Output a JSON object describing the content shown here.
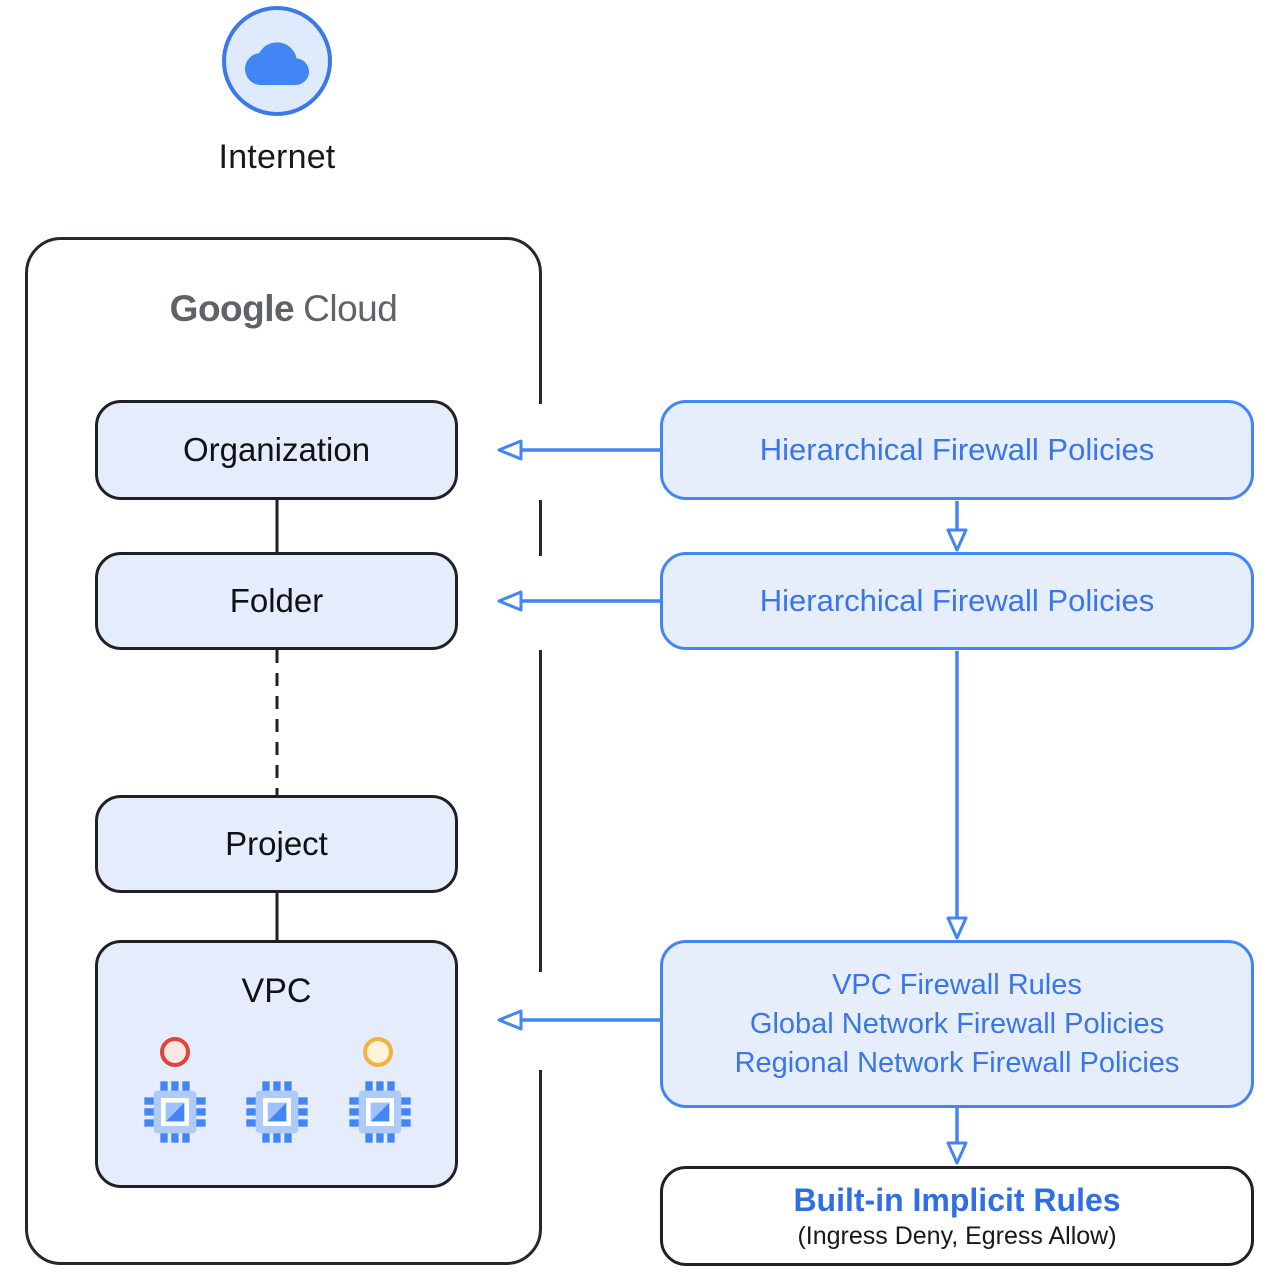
{
  "colors": {
    "accent_blue": "#4285f4",
    "blue_text": "#3a76e8",
    "light_blue_fill": "#e6eefc",
    "dark_border": "#26282b",
    "gray_brand": "#5f6368",
    "status_red": "#e2443a",
    "status_amber": "#f4b13e"
  },
  "internet": {
    "label": "Internet"
  },
  "gcp_container": {
    "brand_bold": "Google",
    "brand_light": "Cloud"
  },
  "nodes": {
    "organization": "Organization",
    "folder": "Folder",
    "project": "Project",
    "vpc": "VPC"
  },
  "policy_boxes": {
    "hierarchical_org": "Hierarchical Firewall Policies",
    "hierarchical_folder": "Hierarchical Firewall Policies",
    "vpc_rules": [
      "VPC Firewall Rules",
      "Global Network Firewall Policies",
      "Regional Network Firewall Policies"
    ],
    "implicit_title": "Built-in Implicit Rules",
    "implicit_subtitle": "(Ingress Deny, Egress Allow)"
  }
}
